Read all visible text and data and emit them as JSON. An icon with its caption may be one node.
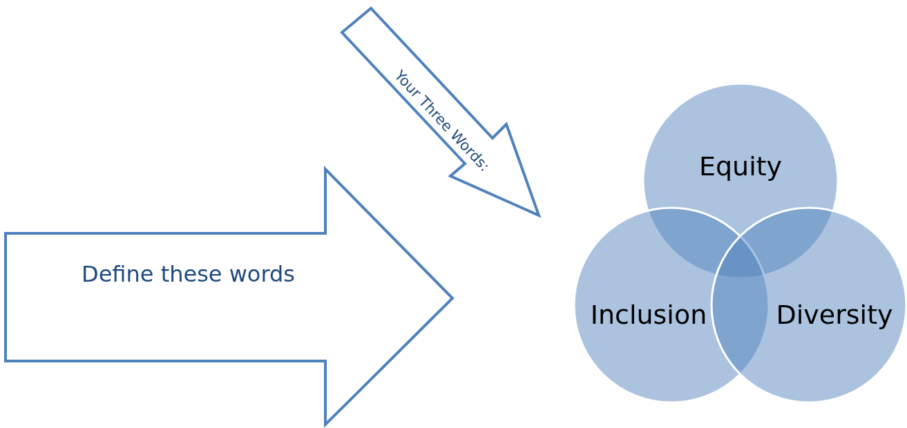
{
  "diagram": {
    "nodes": [
      {
        "text": [
          "Define these words"
        ]
      },
      {
        "text": [
          "Your Three Words:"
        ]
      },
      {
        "text": [
          "Equity"
        ]
      },
      {
        "text": [
          "Inclusion"
        ]
      },
      {
        "text": [
          "Diversity"
        ]
      }
    ]
  }
}
